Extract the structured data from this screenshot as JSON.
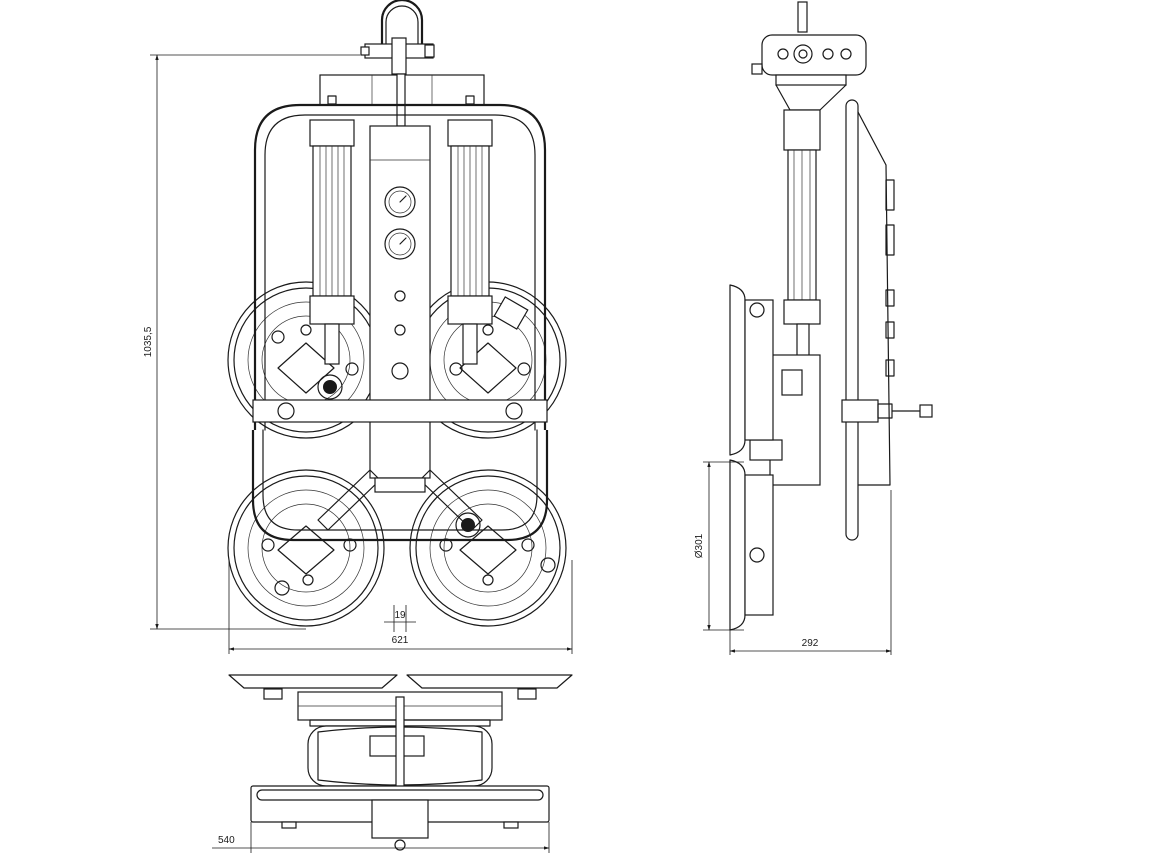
{
  "dimensions": {
    "front_height": "1035,5",
    "front_width": "621",
    "pad_gap": "19",
    "side_depth": "292",
    "pad_diameter": "Ø301",
    "bottom_width": "540"
  }
}
